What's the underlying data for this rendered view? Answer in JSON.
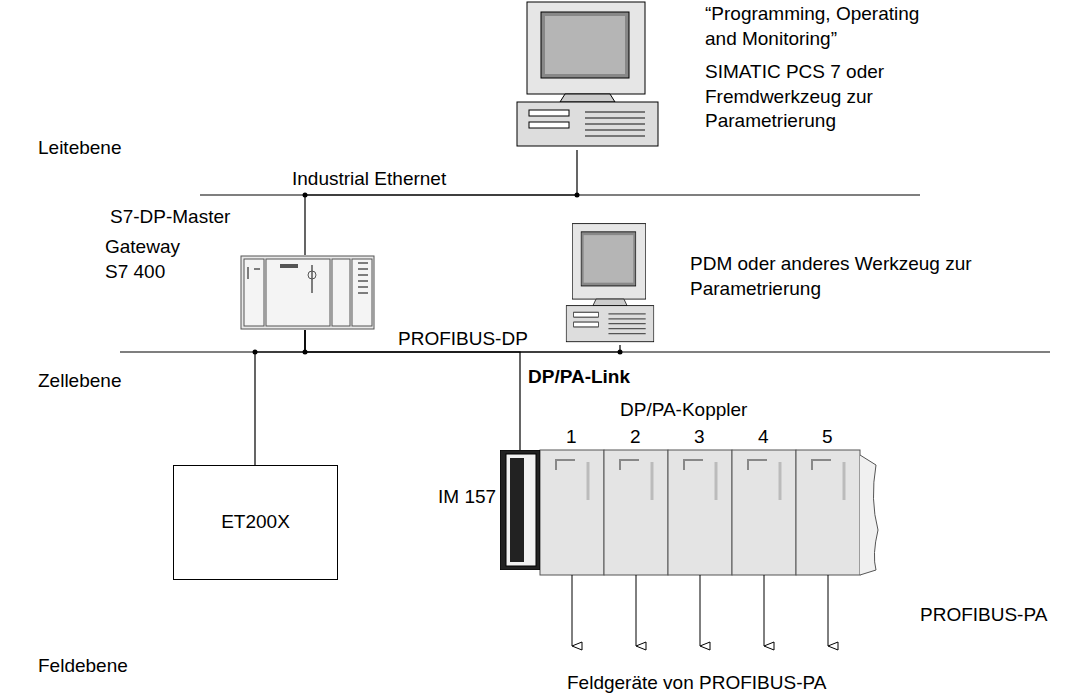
{
  "diagram": {
    "nodes": [
      {
        "text": [
          "“Programming, Operating and Monitoring”",
          "SIMATIC PCS 7 oder Fremdwerkzeug zur Parametrierung"
        ]
      },
      {
        "text": [
          "S7-DP-Master",
          "Gateway S7 400"
        ]
      },
      {
        "text": [
          "PDM oder anderes Werkzeug zur Parametrierung"
        ]
      },
      {
        "text": [
          "ET200X"
        ]
      },
      {
        "text": [
          "IM 157"
        ]
      }
    ],
    "edges": [
      {
        "from": 0,
        "to": 1,
        "arrow": "none",
        "label": "Industrial Ethernet"
      },
      {
        "from": 1,
        "to": 2,
        "arrow": "none"
      },
      {
        "from": 1,
        "to": 3,
        "arrow": "none"
      },
      {
        "from": 1,
        "to": 4,
        "arrow": "none"
      }
    ],
    "labels": [
      "Leitebene",
      "Zellebene",
      "Feldebene",
      "PROFIBUS-DP",
      "DP/PA-Link",
      "DP/PA-Koppler",
      "1",
      "2",
      "3",
      "4",
      "5",
      "PROFIBUS-PA",
      "Feldgeräte von PROFIBUS-PA"
    ]
  }
}
